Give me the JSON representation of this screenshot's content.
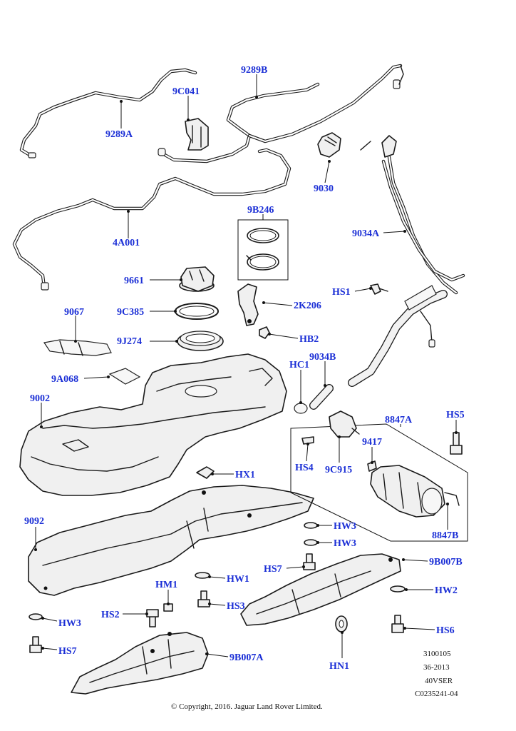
{
  "callouts": {
    "c9289A": "9289A",
    "c9C041": "9C041",
    "c9289B": "9289B",
    "c9030": "9030",
    "c4A001": "4A001",
    "c9B246": "9B246",
    "c9034A": "9034A",
    "c9661": "9661",
    "cHS1": "HS1",
    "c9C385": "9C385",
    "c2K206": "2K206",
    "c9067": "9067",
    "c9J274": "9J274",
    "cHB2": "HB2",
    "cHC1": "HC1",
    "c9034B": "9034B",
    "c9A068": "9A068",
    "c9002": "9002",
    "c8847A": "8847A",
    "cHS5": "HS5",
    "c9417": "9417",
    "cHS4": "HS4",
    "c9C915": "9C915",
    "cHX1": "HX1",
    "c9092": "9092",
    "cHW3a": "HW3",
    "cHW3b": "HW3",
    "c8847B": "8847B",
    "cHS7a": "HS7",
    "c9B007B": "9B007B",
    "cHW1": "HW1",
    "cHM1": "HM1",
    "cHW2": "HW2",
    "cHS3": "HS3",
    "cHS2": "HS2",
    "cHW3c": "HW3",
    "cHS6": "HS6",
    "cHS7b": "HS7",
    "c9B007A": "9B007A",
    "cHN1": "HN1"
  },
  "reference_block": {
    "line1": "3100105",
    "line2": "36-2013",
    "line3": "40VSER",
    "line4": "C0235241-04"
  },
  "copyright": "© Copyright, 2016. Jaguar Land Rover Limited.",
  "colors": {
    "callout": "#1b2fd6",
    "line": "#1a1a1a",
    "background": "#ffffff"
  }
}
